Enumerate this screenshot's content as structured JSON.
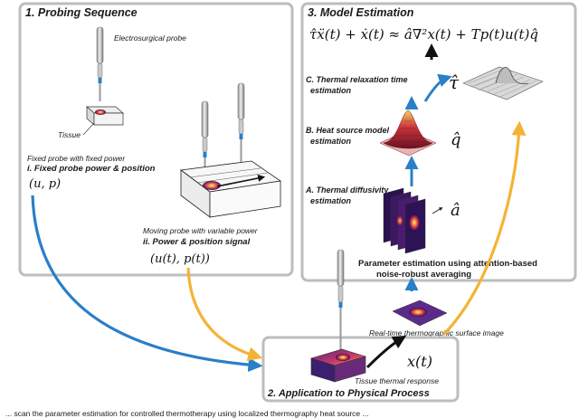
{
  "panel1": {
    "title": "1. Probing Sequence",
    "probe_label": "Electrosurgical probe",
    "tissue_label": "Tissue",
    "fixed_note": "Fixed probe with fixed power",
    "fixed_step": "i. Fixed probe power & position",
    "fixed_math": "(u, p)",
    "moving_note": "Moving probe with variable power",
    "moving_step": "ii. Power & position signal",
    "moving_math": "(u(t), p(t))"
  },
  "panel3": {
    "title": "3. Model Estimation",
    "equation": "τ̂ẍ(t) + ẋ(t) ≈ â∇²x(t) + Tp(t)u(t)q̂",
    "stepC_1": "C. Thermal relaxation time",
    "stepC_2": "estimation",
    "tau_symbol": "τ̂",
    "stepB_1": "B. Heat source model",
    "stepB_2": "estimation",
    "q_symbol": "q̂",
    "stepA_1": "A. Thermal diffusivity",
    "stepA_2": "estimation",
    "a_symbol": "â",
    "param_1": "Parameter estimation using attention-based",
    "param_2": "noise-robust averaging"
  },
  "realtime_label": "Real-time thermographic surface image",
  "panel2": {
    "title": "2. Application to Physical Process",
    "response_label": "Tissue thermal response",
    "x_symbol": "x(t)"
  },
  "caption": "... scan the parameter estimation for controlled thermotherapy using localized thermography heat source ..."
}
